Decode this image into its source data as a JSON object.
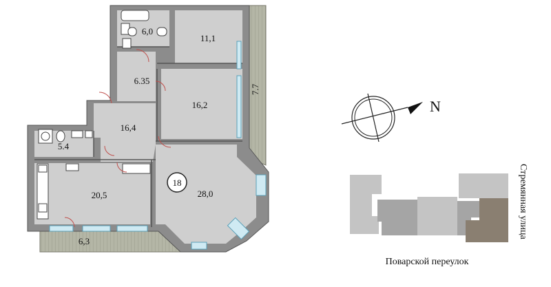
{
  "plan": {
    "apartment_number": "18",
    "rooms": [
      {
        "id": "bath-upper",
        "area": "6,0"
      },
      {
        "id": "room-top-right",
        "area": "11,1"
      },
      {
        "id": "corridor-upper",
        "area": "6.35"
      },
      {
        "id": "room-middle-right",
        "area": "16,2"
      },
      {
        "id": "hall",
        "area": "16,4"
      },
      {
        "id": "bath-left",
        "area": "5.4"
      },
      {
        "id": "kitchen",
        "area": "20,5"
      },
      {
        "id": "living-room",
        "area": "28,0"
      }
    ],
    "balcony_bottom_area": "6,3",
    "balcony_right_area": "7.7"
  },
  "compass": {
    "label": "N"
  },
  "site_plan": {
    "street_bottom": "Поварской переулок",
    "street_right": "Стремянная улица"
  },
  "colors": {
    "wall": "#8c8c8c",
    "wall_edge": "#555555",
    "room_fill": "#cfcfcf",
    "balcony_fill": "#b8b9ab",
    "window": "#bfe3ef",
    "door": "#c0504d",
    "block_light": "#c4c4c4",
    "block_mid": "#a5a5a5",
    "block_dark": "#8a7f71"
  }
}
